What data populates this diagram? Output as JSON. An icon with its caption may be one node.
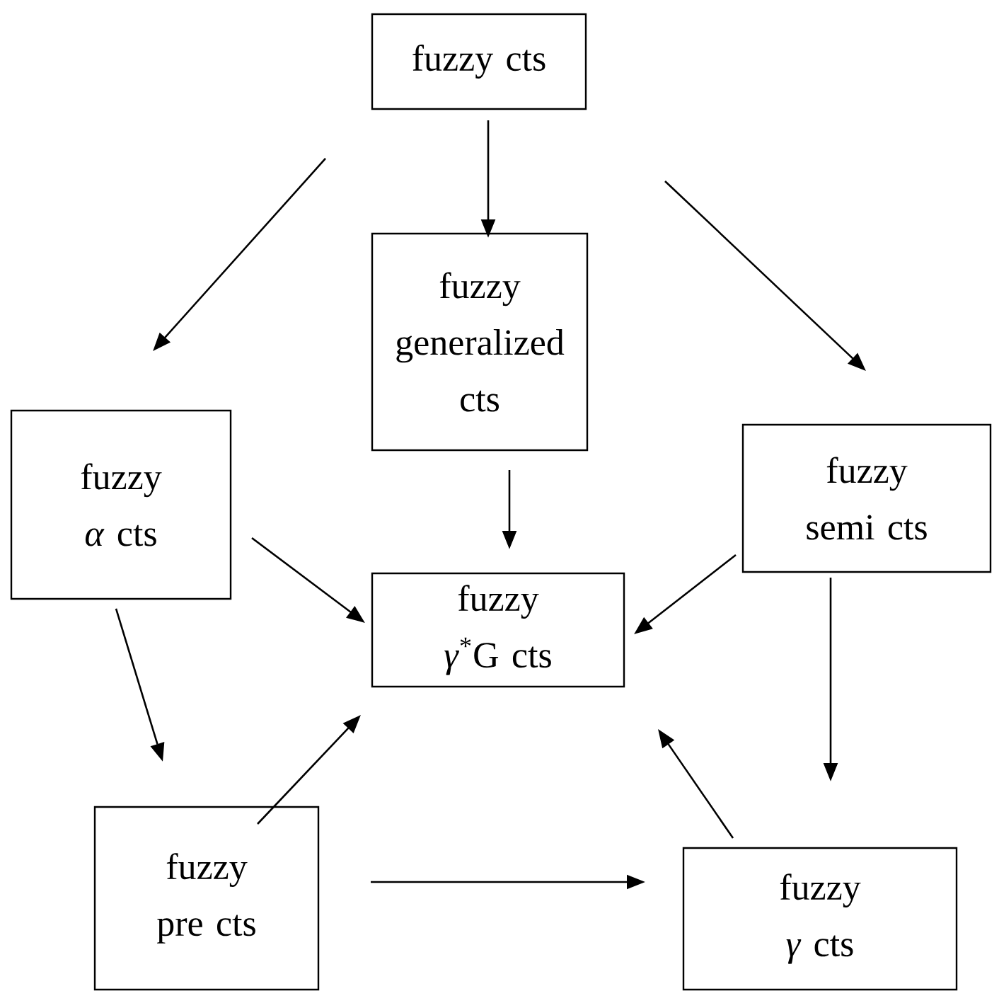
{
  "diagram": {
    "nodes": [
      {
        "text": [
          "fuzzy cts"
        ]
      },
      {
        "text": [
          "fuzzy generalized cts"
        ]
      },
      {
        "text": [
          "fuzzy *α* cts"
        ]
      },
      {
        "text": [
          "fuzzy semi cts"
        ]
      },
      {
        "text": [
          "fuzzy *γ*$^{*}$G cts"
        ]
      },
      {
        "text": [
          "fuzzy pre cts"
        ]
      },
      {
        "text": [
          "fuzzy *γ* cts"
        ]
      }
    ],
    "edges": [
      {
        "from": null,
        "to": 2,
        "arrow": "to"
      },
      {
        "from": 0,
        "to": 1,
        "arrow": "to"
      },
      {
        "from": null,
        "to": 3,
        "arrow": "to"
      },
      {
        "from": 1,
        "to": 4,
        "arrow": "to"
      },
      {
        "from": 2,
        "to": 4,
        "arrow": "to"
      },
      {
        "from": 3,
        "to": 4,
        "arrow": "to"
      },
      {
        "from": 2,
        "to": 5,
        "arrow": "to"
      },
      {
        "from": 3,
        "to": 6,
        "arrow": "to"
      },
      {
        "from": 5,
        "to": 4,
        "arrow": "to"
      },
      {
        "from": 6,
        "to": 4,
        "arrow": "to"
      },
      {
        "from": 5,
        "to": 6,
        "arrow": "to"
      }
    ]
  }
}
